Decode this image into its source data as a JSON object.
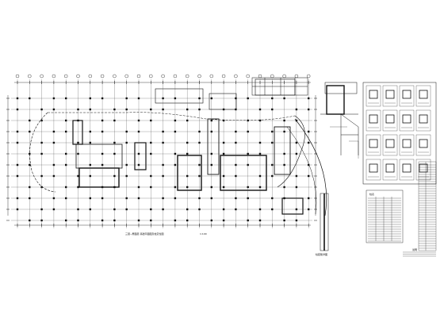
{
  "drawing": {
    "plan_title": "三层~屋面层 基础平面图及柱定位图",
    "plan_scale": "1:100",
    "notes_title": "说明",
    "table_title": "柱表",
    "section_label": "柱配筋详图",
    "line_color": "#111111"
  },
  "icons": [
    "plan-drawing",
    "column-detail-grid",
    "column-table",
    "notes-block",
    "rebar-elevation"
  ]
}
